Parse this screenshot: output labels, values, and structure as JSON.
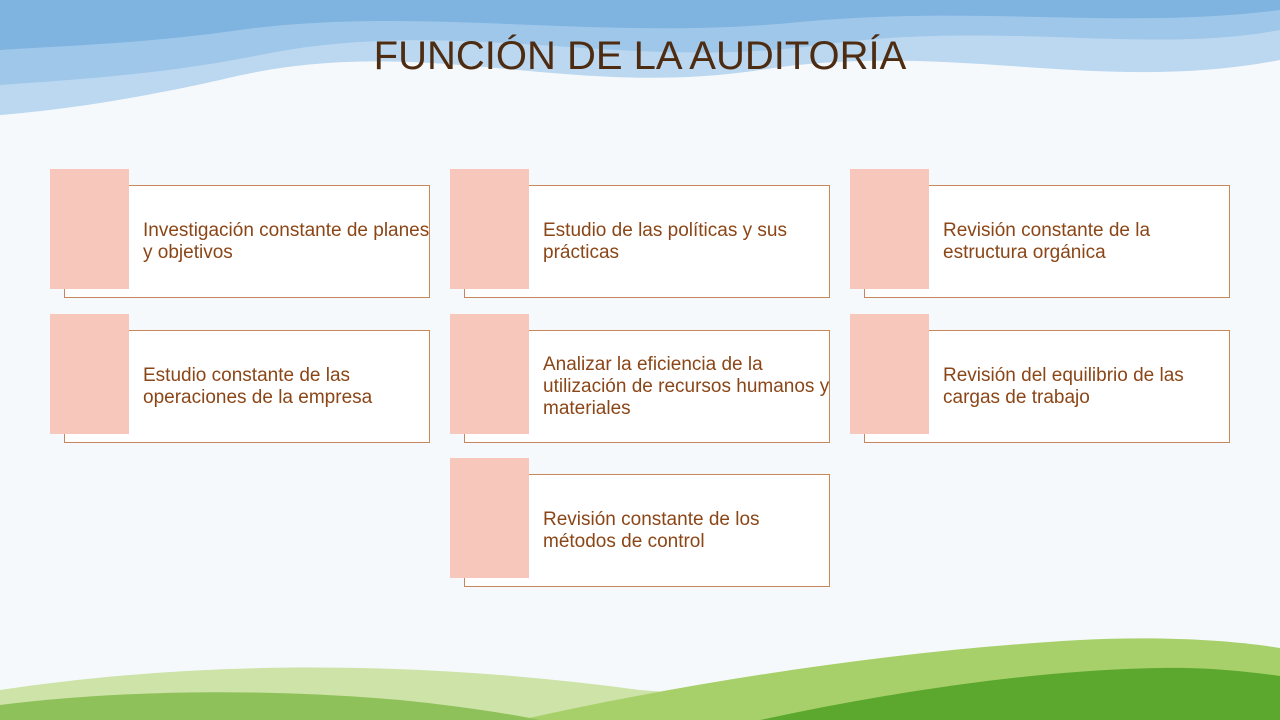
{
  "slide": {
    "title": "FUNCIÓN DE LA AUDITORÍA",
    "colors": {
      "title": "#4e2c12",
      "card_text": "#8b4617",
      "card_border": "#c8875a",
      "swatch": "#f8c7bb",
      "sky": "#a9cdec",
      "grass": "#5ca82e"
    },
    "cards": [
      {
        "text": "Investigación constante de planes y objetivos"
      },
      {
        "text": "Estudio de las políticas y sus prácticas"
      },
      {
        "text": "Revisión constante de la estructura orgánica"
      },
      {
        "text": "Estudio constante de las operaciones de la empresa"
      },
      {
        "text": "Analizar la eficiencia de la utilización de recursos humanos y materiales"
      },
      {
        "text": "Revisión del equilibrio de las cargas de trabajo"
      },
      {
        "text": "Revisión constante de los métodos de control"
      }
    ]
  }
}
